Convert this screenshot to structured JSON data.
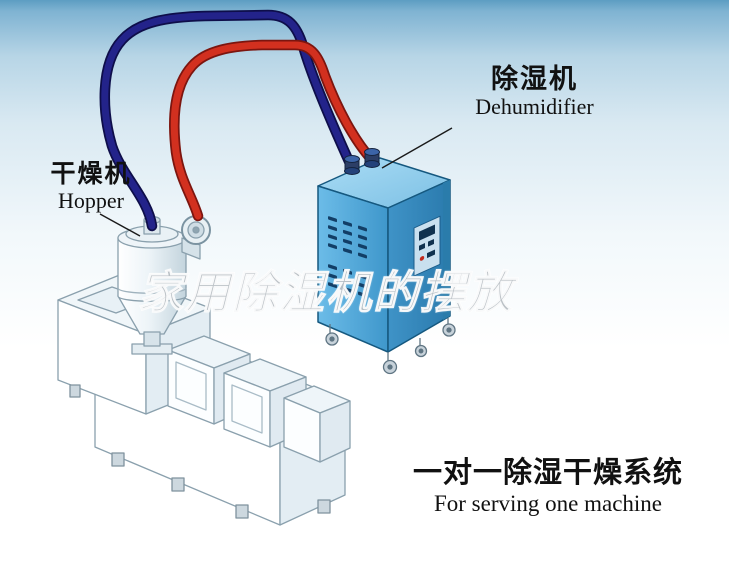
{
  "labels": {
    "dehumidifier": {
      "zh": "除湿机",
      "en": "Dehumidifier"
    },
    "hopper": {
      "zh": "干燥机",
      "en": "Hopper"
    },
    "caption": {
      "zh": "一对一除湿干燥系统",
      "en": "For serving one machine"
    },
    "watermark": "家用除湿机的摆放"
  },
  "colors": {
    "hose_red": "#d2301f",
    "hose_blue": "#23238a",
    "cabinet_front": "#57aede",
    "cabinet_side": "#3c92c6",
    "cabinet_top": "#9fd4f0",
    "background_top": "#5d9dc2",
    "machine_outline": "#8aa0ad"
  }
}
